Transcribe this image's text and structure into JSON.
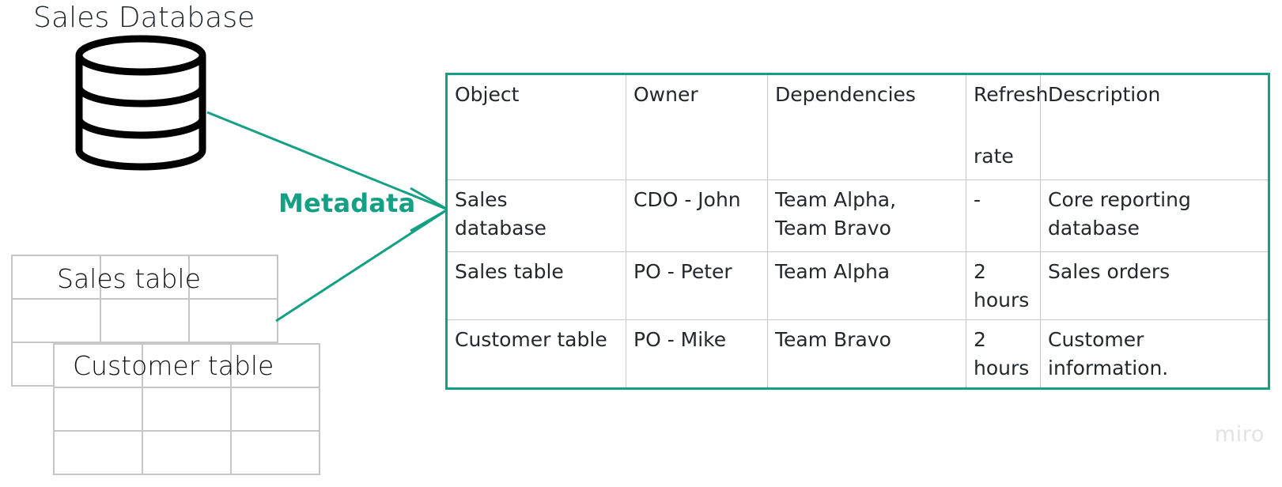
{
  "diagram": {
    "database_node": {
      "title": "Sales Database",
      "icon": "database-cylinder-icon"
    },
    "tables": [
      {
        "name": "sales-table",
        "label": "Sales table",
        "rows": 3,
        "cols": 3
      },
      {
        "name": "customer-table",
        "label": "Customer table",
        "rows": 3,
        "cols": 3
      }
    ],
    "connector": {
      "label": "Metadata",
      "color": "#14a085",
      "arrowhead": "right"
    },
    "metadata_table": {
      "border_color": "#14a085",
      "grid_color": "#c8c8c8",
      "columns": [
        {
          "key": "object",
          "header": "Object"
        },
        {
          "key": "owner",
          "header": "Owner"
        },
        {
          "key": "dependencies",
          "header": "Dependencies"
        },
        {
          "key": "refresh_rate",
          "header_line1": "Refresh",
          "header_line2": "rate"
        },
        {
          "key": "description",
          "header": "Description"
        }
      ],
      "rows": [
        {
          "object_line1": "Sales",
          "object_line2": "database",
          "owner": "CDO - John",
          "dependencies_line1": "Team Alpha,",
          "dependencies_line2": "Team Bravo",
          "refresh_rate": "-",
          "description": "Core reporting database"
        },
        {
          "object_line1": "Sales table",
          "owner": "PO - Peter",
          "dependencies_line1": "Team Alpha",
          "refresh_rate": "2 hours",
          "description": "Sales orders"
        },
        {
          "object_line1": "Customer table",
          "owner": "PO - Mike",
          "dependencies_line1": "Team Bravo",
          "refresh_rate": "2 hours",
          "description": "Customer information."
        }
      ]
    },
    "watermark": "miro"
  }
}
